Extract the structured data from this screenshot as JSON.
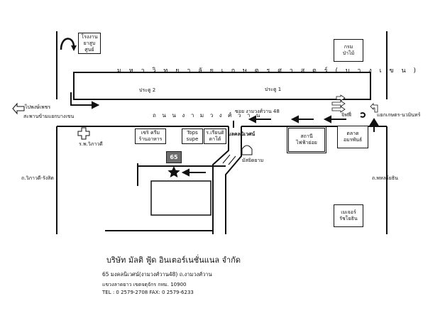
{
  "map": {
    "university_road_label": "ม ห า วิ ท ย า ลั ย เ ก ษ ต ร ศ า ส ต ร์ ( บ า ง เ ข น )",
    "ngamwongwan_road_label": "ถ น น ง า ม ว ง ศ์ ว า น",
    "soi_label": "ซอย งามวงศ์วาน 48",
    "gate2": "ประตู 2",
    "gate1": "ประตู 1",
    "to_phongphet_line1": "ไปพงษ์เพชร",
    "to_phongphet_line2": "สะพานข้ามแยกบางเขน",
    "to_kaset_nawamin": "แยกเกษตร-นวมินทร์",
    "jiffy": "จิฟฟี่",
    "wiphawadi_rangsit": "ถ.วิภาวดี-รังสิต",
    "phahonyothin": "ถ.พหลโยธิน",
    "company_street": "มลคลนิเวศน์",
    "mosque": "มัสยิดยาม",
    "hospital": "ร.พ.วิภาวดี",
    "factory_line1": "โรงงาน",
    "factory_line2": "ยาสูบศูนย์",
    "forest_line1": "กรม",
    "forest_line2": "ป่าไม้",
    "shop1_line1": "เซริ ครีม",
    "shop1_line2": "ร้านอาหาร",
    "shop2_line1": "Tops",
    "shop2_line2": "supe",
    "shop3_line1": "ร.เรียนดิ",
    "shop3_line2": "ดาโต้",
    "power_station_line1": "สถานี",
    "power_station_line2": "ไฟฟ้าย่อย",
    "market_line1": "ตลาด",
    "market_line2": "อมรพันธ์",
    "major_line1": "เมเจอร์",
    "major_line2": "รัชโยธิน",
    "marker_number": "65"
  },
  "footer": {
    "company_name": "บริษัท มัลติ ฟู้ด อินเตอร์เนชั่นแนล จำกัด",
    "address_line1": "65 มงคลนิเวศน์(งามวงศ์วาน48) ถ.งามวงศ์วาน",
    "address_line2": "แขวงลาดยาว เขตจตุจักร กทม. 10900",
    "contact": "TEL : 0 2579-2708   FAX: 0 2579-6233"
  }
}
